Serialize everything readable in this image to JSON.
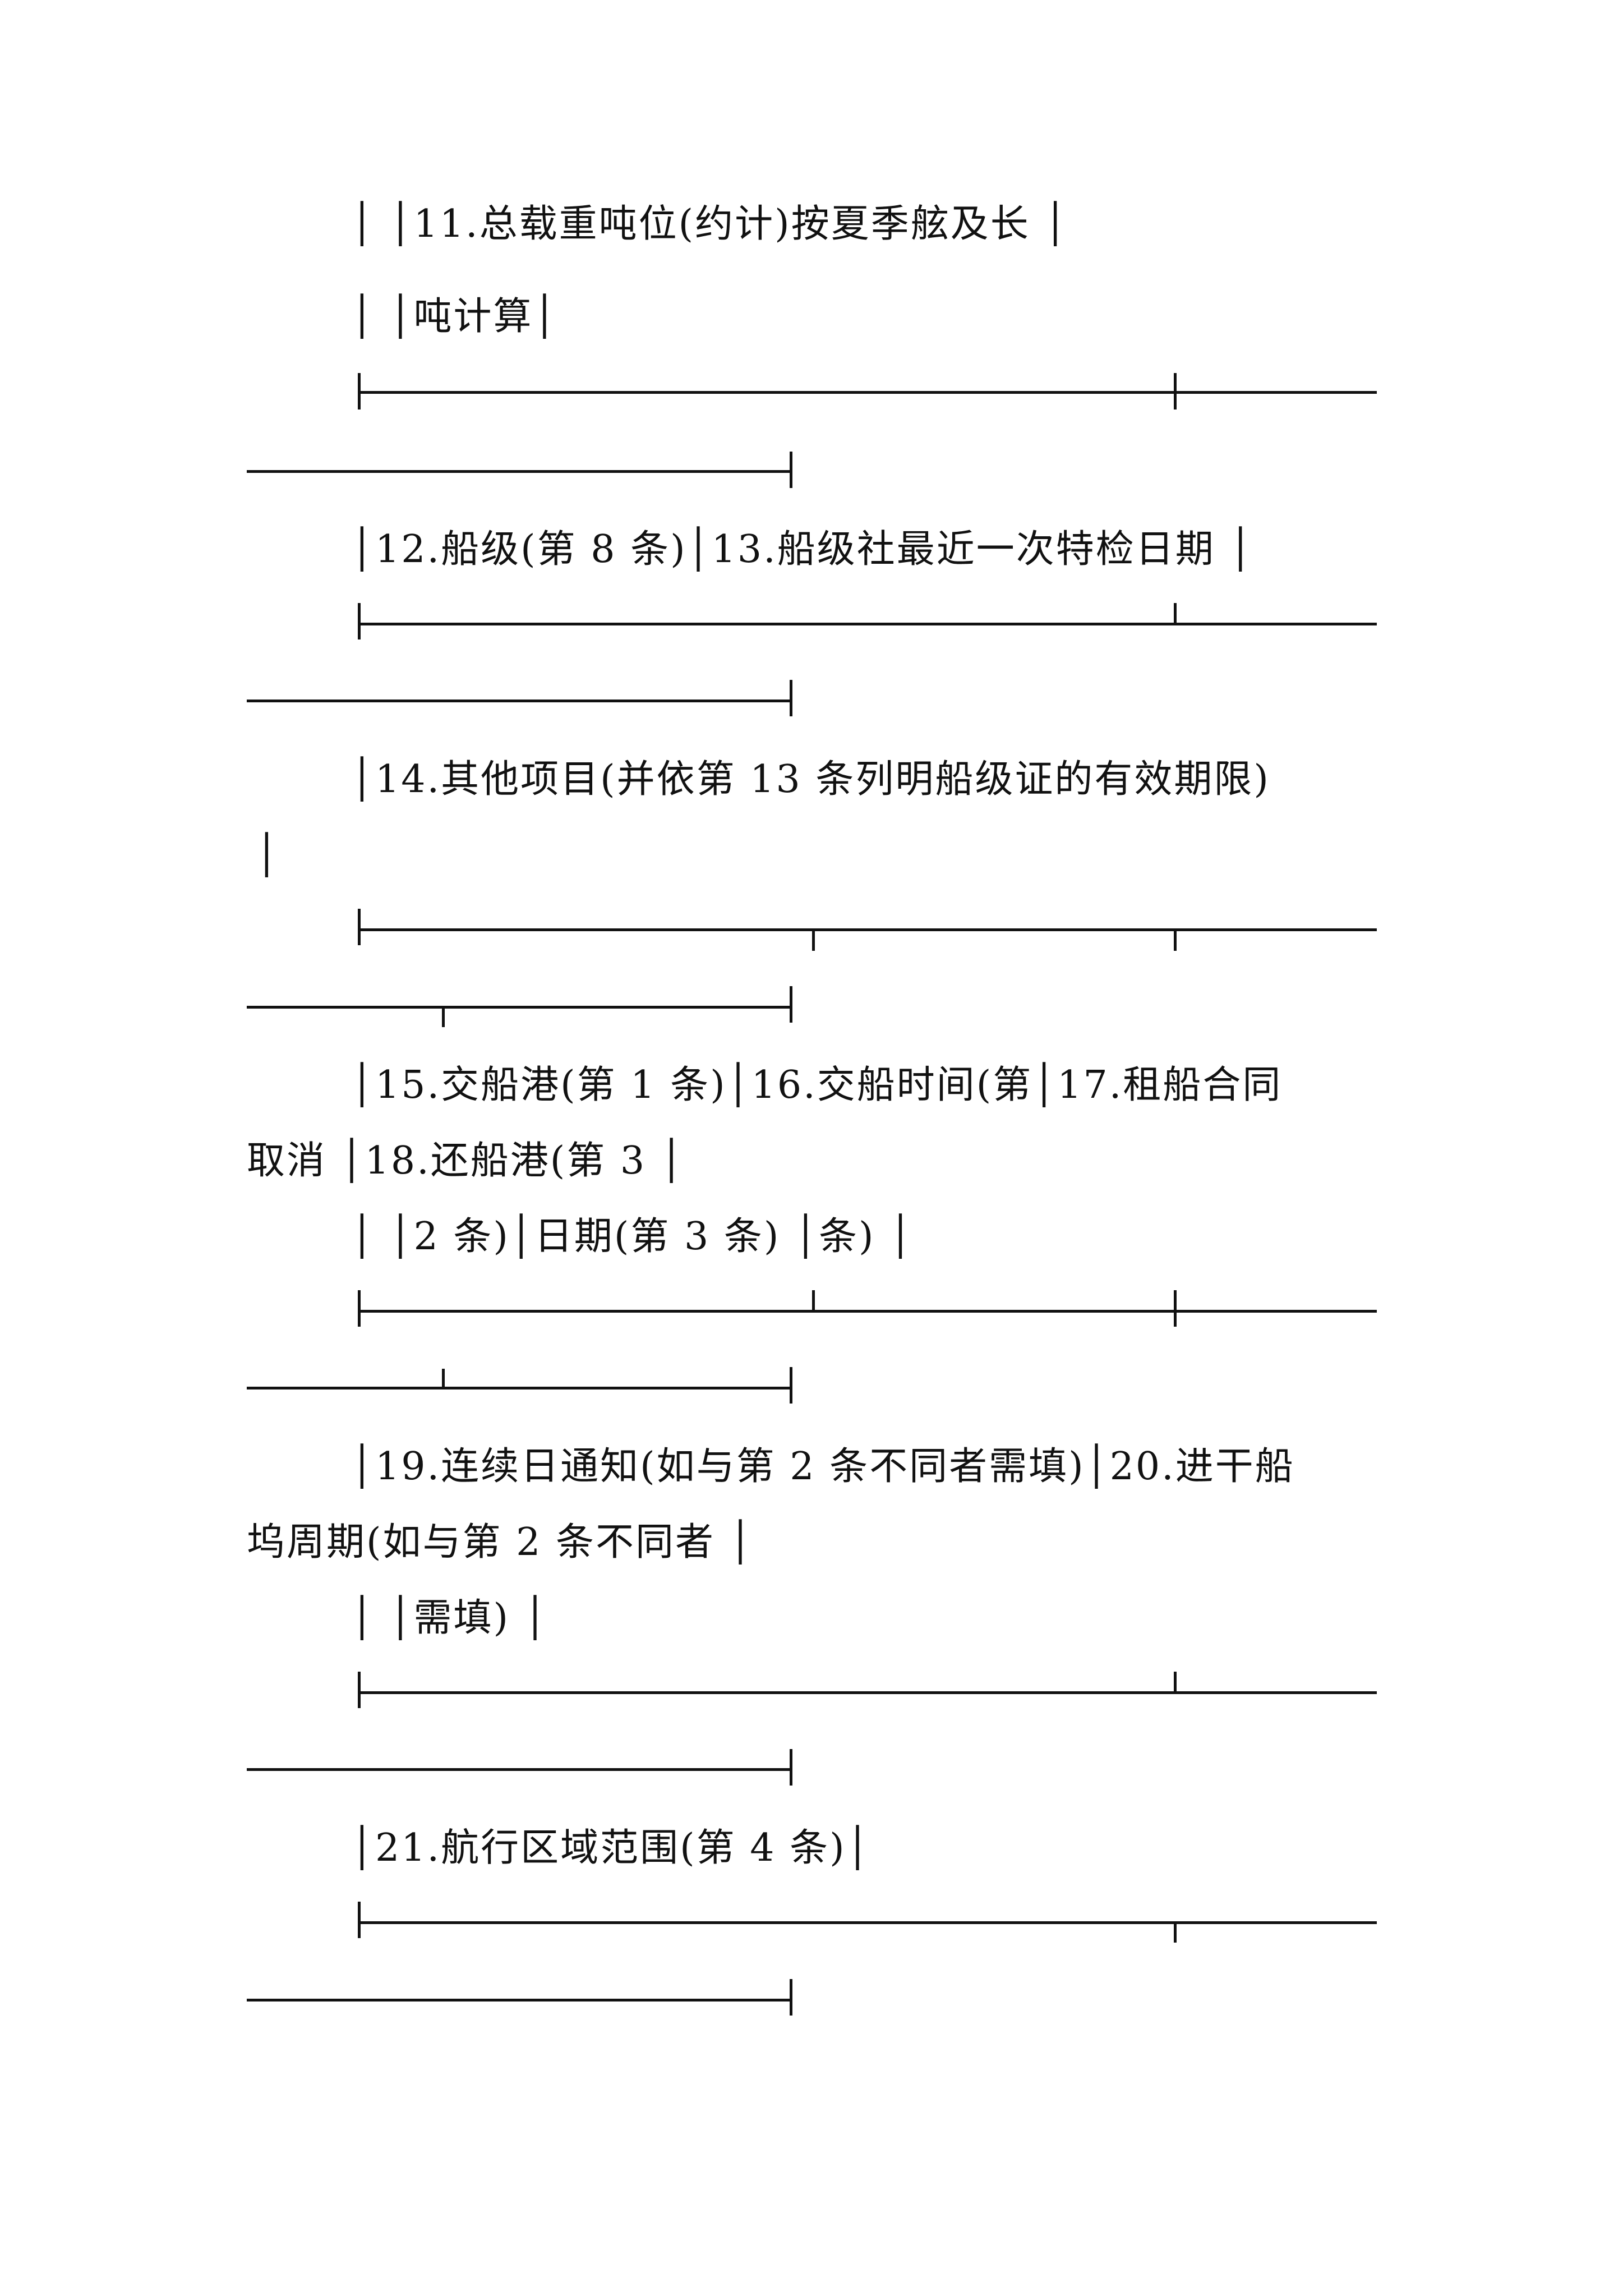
{
  "rows": [
    {
      "id": "r11a",
      "text": "│ │11.总载重吨位(约计)按夏季舷及长 │"
    },
    {
      "id": "r11b",
      "text": "│ │吨计算│"
    },
    {
      "id": "r12",
      "text": "│12.船级(第 8 条)│13.船级社最近一次特检日期 │"
    },
    {
      "id": "r14a",
      "text": "│14.其他项目(并依第 13 条列明船级证的有效期限)"
    },
    {
      "id": "r14b",
      "text": "│"
    },
    {
      "id": "r15a",
      "text": "│15.交船港(第 1 条)│16.交船时间(第│17.租船合同"
    },
    {
      "id": "r15b",
      "text": "取消 │18.还船港(第 3 │"
    },
    {
      "id": "r15c",
      "text": "│ │2 条)│日期(第 3 条) │条) │"
    },
    {
      "id": "r19a",
      "text": "│19.连续日通知(如与第 2 条不同者需填)│20.进干船"
    },
    {
      "id": "r19b",
      "text": "坞周期(如与第 2 条不同者 │"
    },
    {
      "id": "r19c",
      "text": "│ │需填) │"
    },
    {
      "id": "r21",
      "text": "│21.航行区域范围(第 4 条)│"
    }
  ]
}
